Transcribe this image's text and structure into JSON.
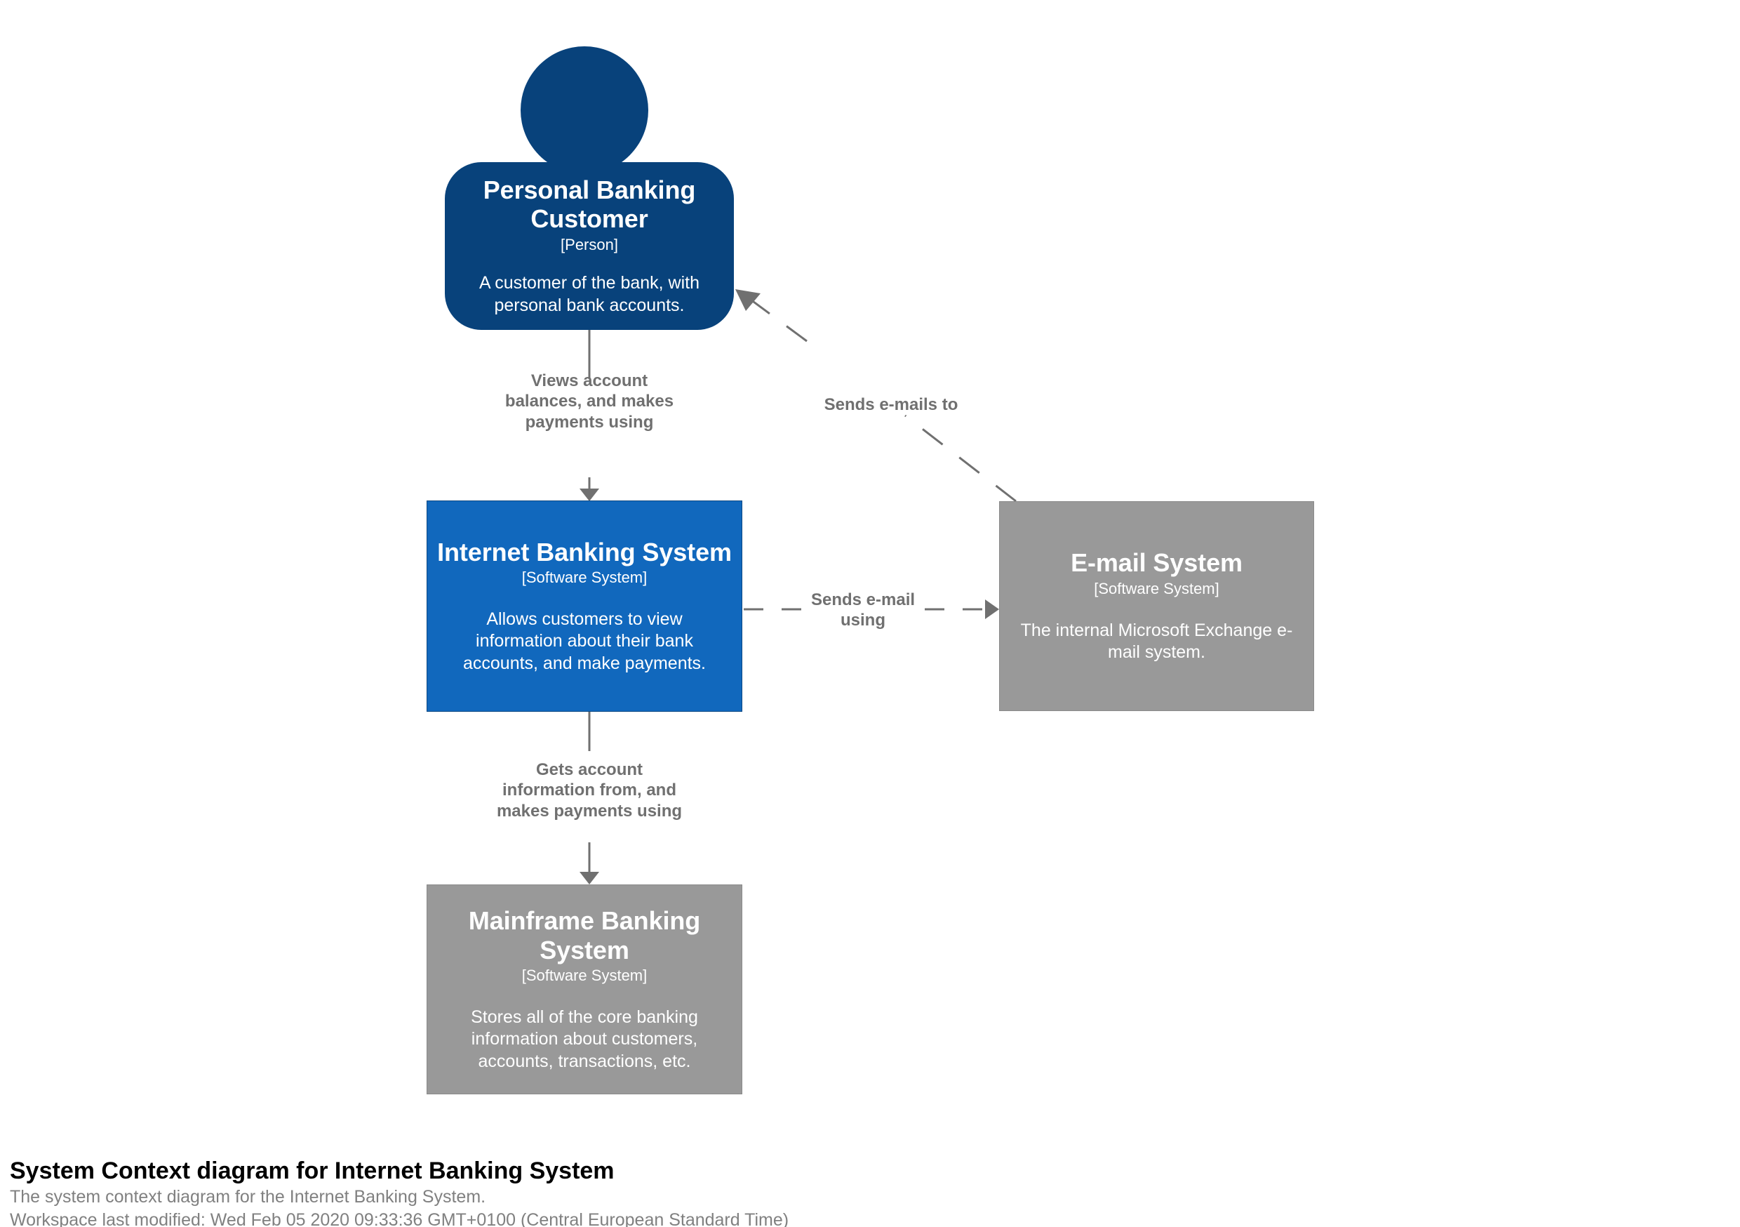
{
  "diagram": {
    "title": "System Context diagram for Internet Banking System",
    "description": "The system context diagram for the Internet Banking System.",
    "last_modified": "Workspace last modified: Wed Feb 05 2020 09:33:36 GMT+0100 (Central European Standard Time)",
    "background": "#ffffff"
  },
  "colors": {
    "person": "#08427b",
    "focus_system": "#1168bd",
    "external_system": "#999999",
    "edge": "#707070",
    "edge_label": "#707070",
    "node_text": "#ffffff",
    "caption_title": "#000000",
    "caption_sub": "#808080"
  },
  "nodes": [
    {
      "id": "personal-banking-customer",
      "name": "Personal Banking Customer",
      "type": "[Person]",
      "description": "A customer of the bank, with personal bank accounts."
    },
    {
      "id": "internet-banking-system",
      "name": "Internet Banking System",
      "type": "[Software System]",
      "description": "Allows customers to view information about their bank accounts, and make payments."
    },
    {
      "id": "email-system",
      "name": "E-mail System",
      "type": "[Software System]",
      "description": "The internal Microsoft Exchange e-mail system."
    },
    {
      "id": "mainframe-banking-system",
      "name": "Mainframe Banking System",
      "type": "[Software System]",
      "description": "Stores all of the core banking information about customers, accounts, transactions, etc."
    }
  ],
  "edges": [
    {
      "id": "customer-to-ibs",
      "label": "Views account balances, and makes payments using",
      "from": "personal-banking-customer",
      "to": "internet-banking-system",
      "style": "solid"
    },
    {
      "id": "email-to-customer",
      "label": "Sends e-mails to",
      "from": "email-system",
      "to": "personal-banking-customer",
      "style": "dashed"
    },
    {
      "id": "ibs-to-email",
      "label": "Sends e-mail using",
      "from": "internet-banking-system",
      "to": "email-system",
      "style": "dashed"
    },
    {
      "id": "ibs-to-mainframe",
      "label": "Gets account information from, and makes payments using",
      "from": "internet-banking-system",
      "to": "mainframe-banking-system",
      "style": "solid"
    }
  ]
}
